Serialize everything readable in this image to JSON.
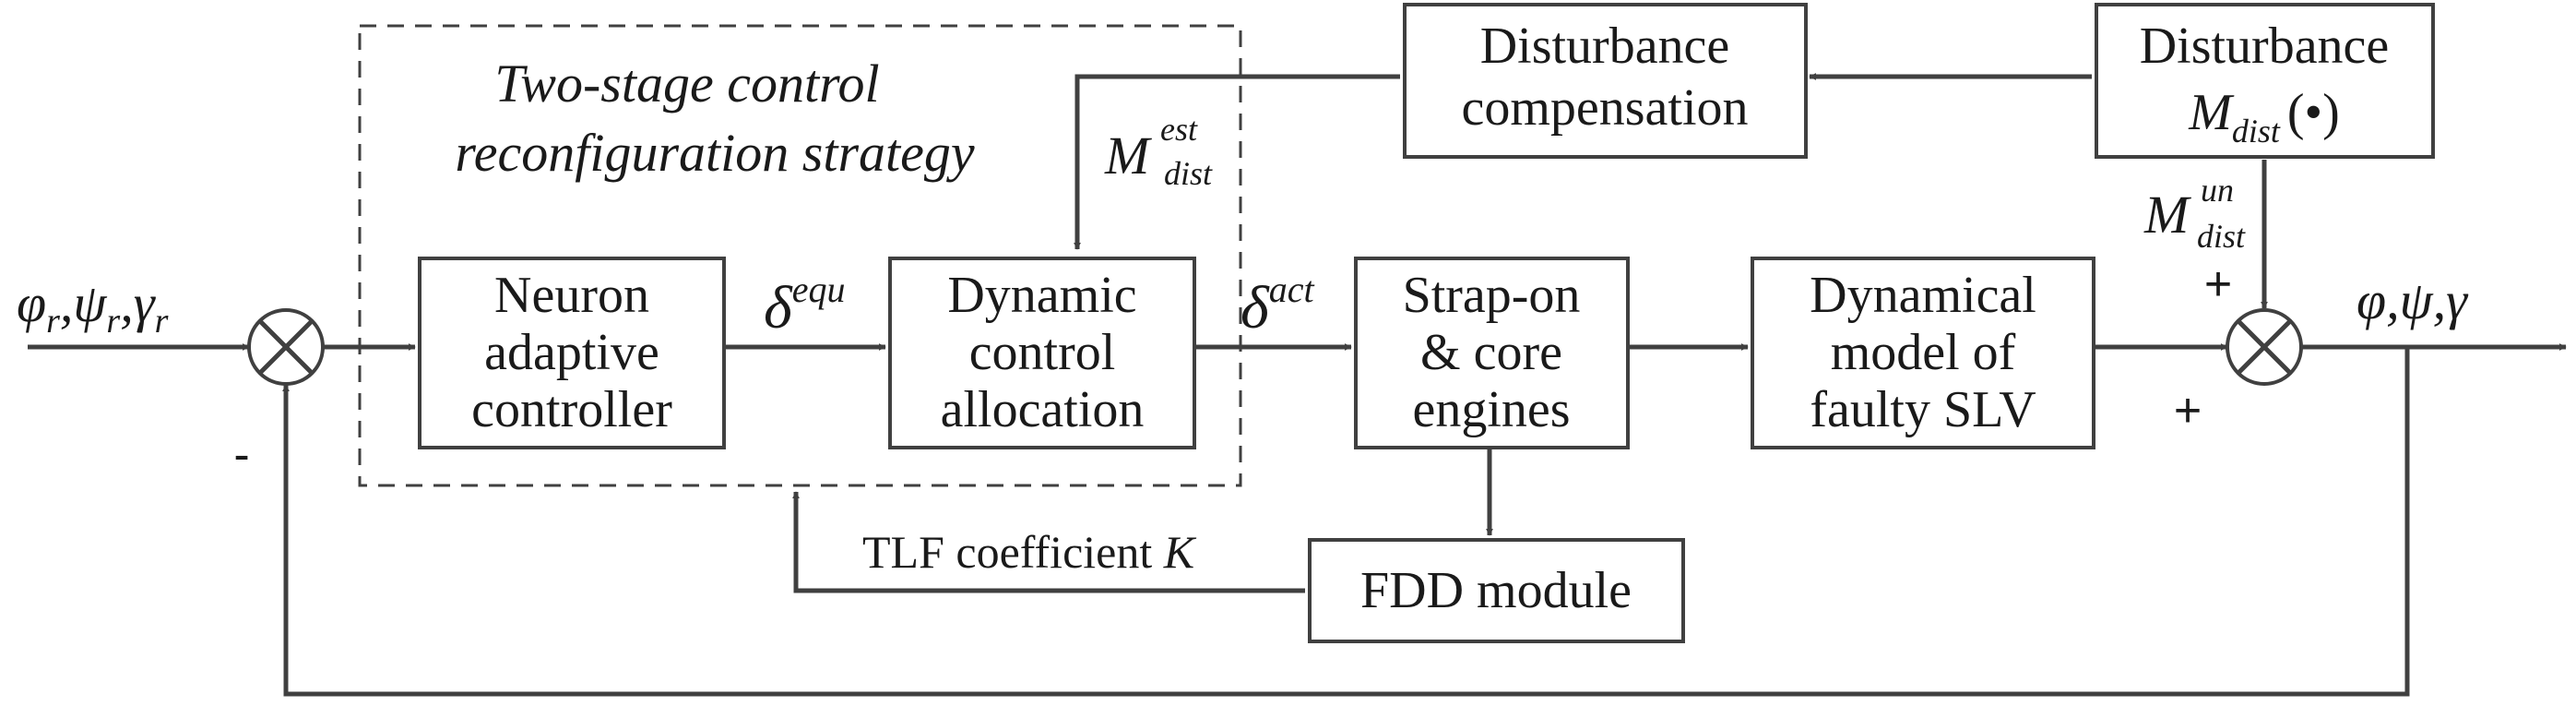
{
  "blocks": {
    "strategy": {
      "line1": "Two-stage control",
      "line2": "reconfiguration strategy"
    },
    "neuron": {
      "line1": "Neuron",
      "line2": "adaptive",
      "line3": "controller"
    },
    "dynamic_alloc": {
      "line1": "Dynamic",
      "line2": "control",
      "line3": "allocation"
    },
    "engines": {
      "line1": "Strap-on",
      "line2": "& core",
      "line3": "engines"
    },
    "model": {
      "line1": "Dynamical",
      "line2": "model of",
      "line3": "faulty SLV"
    },
    "fdd": {
      "line1": "FDD module"
    },
    "dist_comp": {
      "line1": "Disturbance",
      "line2": "compensation"
    },
    "disturbance": {
      "line1": "Disturbance",
      "sym": "M",
      "sub": "dist",
      "arg": "(•)"
    }
  },
  "signals": {
    "input": {
      "phi": "φ",
      "psi": "ψ",
      "gamma": "γ",
      "sub": "r"
    },
    "output": "φ,ψ,γ",
    "delta_equ": {
      "sym": "δ",
      "sup": "equ"
    },
    "delta_act": {
      "sym": "δ",
      "sup": "act"
    },
    "m_est": {
      "sym": "M",
      "sup": "est",
      "sub": "dist"
    },
    "m_un": {
      "sym": "M",
      "sup": "un",
      "sub": "dist"
    },
    "tlf": {
      "text": "TLF coefficient ",
      "sym": "K"
    }
  },
  "signs": {
    "feedback": "-",
    "dist_plus": "+",
    "model_plus": "+"
  }
}
